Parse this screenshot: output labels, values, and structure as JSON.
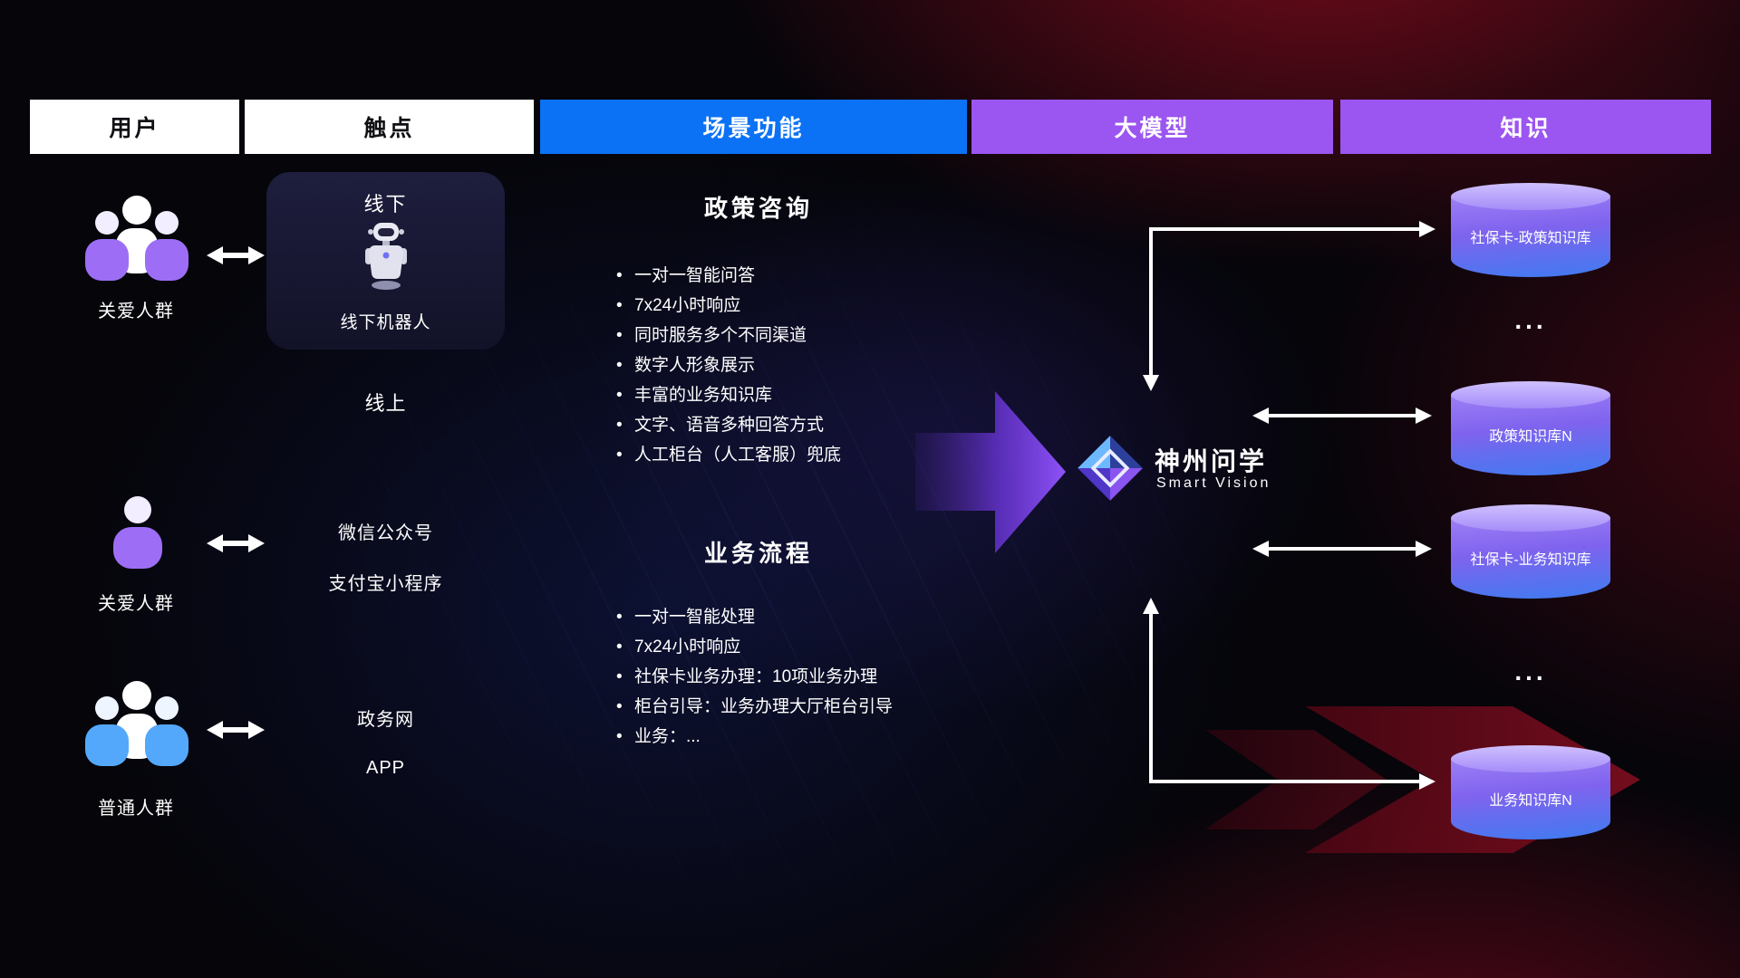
{
  "header": {
    "columns": [
      {
        "label": "用户"
      },
      {
        "label": "触点"
      },
      {
        "label": "场景功能"
      },
      {
        "label": "大模型"
      },
      {
        "label": "知识"
      }
    ]
  },
  "users": [
    {
      "label": "关爱人群",
      "icon": "group-people-purple"
    },
    {
      "label": "关爱人群",
      "icon": "single-person-purple"
    },
    {
      "label": "普通人群",
      "icon": "group-people-blue"
    }
  ],
  "touchpoints": {
    "offline_title": "线下",
    "offline_robot_label": "线下机器人",
    "online_title": "线上",
    "wechat": "微信公众号",
    "alipay": "支付宝小程序",
    "gov": "政务网",
    "app": "APP"
  },
  "scenes": [
    {
      "title": "政策咨询",
      "items": [
        "一对一智能问答",
        "7x24小时响应",
        "同时服务多个不同渠道",
        "数字人形象展示",
        "丰富的业务知识库",
        "文字、语音多种回答方式",
        "人工柜台（人工客服）兜底"
      ]
    },
    {
      "title": "业务流程",
      "items": [
        "一对一智能处理",
        "7x24小时响应",
        "社保卡业务办理：10项业务办理",
        "柜台引导：业务办理大厅柜台引导",
        "业务：..."
      ]
    }
  ],
  "model": {
    "name": "神州问学",
    "subtitle": "Smart Vision"
  },
  "knowledge": {
    "databases": [
      "社保卡-政策知识库",
      "政策知识库N",
      "社保卡-业务知识库",
      "业务知识库N"
    ],
    "ellipsis": "..."
  },
  "colors": {
    "scene_header_blue": "#0b72f5",
    "model_header_purple": "#9b55f0",
    "knowledge_header_purple": "#9b55f0",
    "db_top": "#b9a6fb",
    "db_bottom": "#3f7bf0",
    "flow_arrow_purple": "#8e52f8",
    "connector_white": "#ffffff",
    "user_icon_purple": "#9d6ef5",
    "user_icon_blue": "#54a8fb",
    "background_red_glow": "#c10f28",
    "background_blue_glow": "#19236e"
  }
}
